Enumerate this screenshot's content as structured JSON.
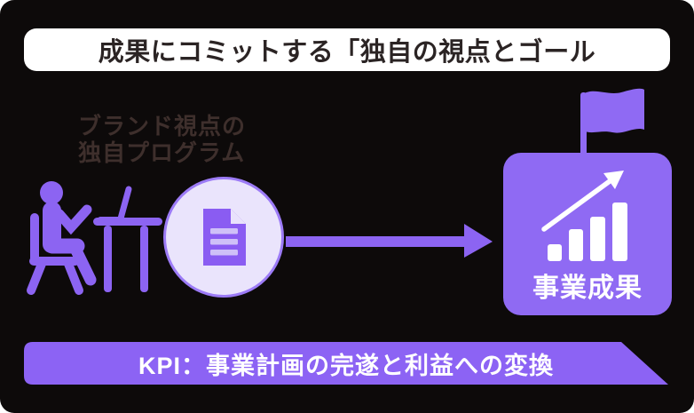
{
  "header": {
    "title": "成果にコミットする「独自の視点とゴール"
  },
  "program": {
    "label_line1": "ブランド視点の",
    "label_line2": "独自プログラム"
  },
  "result": {
    "label": "事業成果"
  },
  "kpi": {
    "text": "KPI：事業計画の完遂と利益への変換"
  },
  "icons": {
    "person_at_desk": "person-at-desk-icon",
    "document": "document-icon",
    "flow_arrow": "right-arrow-icon",
    "flag": "flag-icon",
    "bar_chart": "bar-chart-growth-icon",
    "trend_arrow": "trend-up-arrow-icon"
  },
  "colors": {
    "background": "#0d0a0a",
    "accent_purple": "#8c64f2",
    "box_purple": "#8f6af3",
    "banner_purple": "#8c63f4",
    "document_purple": "#8a5cf2",
    "circle_fill": "#eae4fc",
    "circle_border": "#9c7bf6",
    "header_bg": "#ffffff",
    "header_text": "#2b2424",
    "program_label_text": "#3e2f2c",
    "white": "#ffffff"
  }
}
